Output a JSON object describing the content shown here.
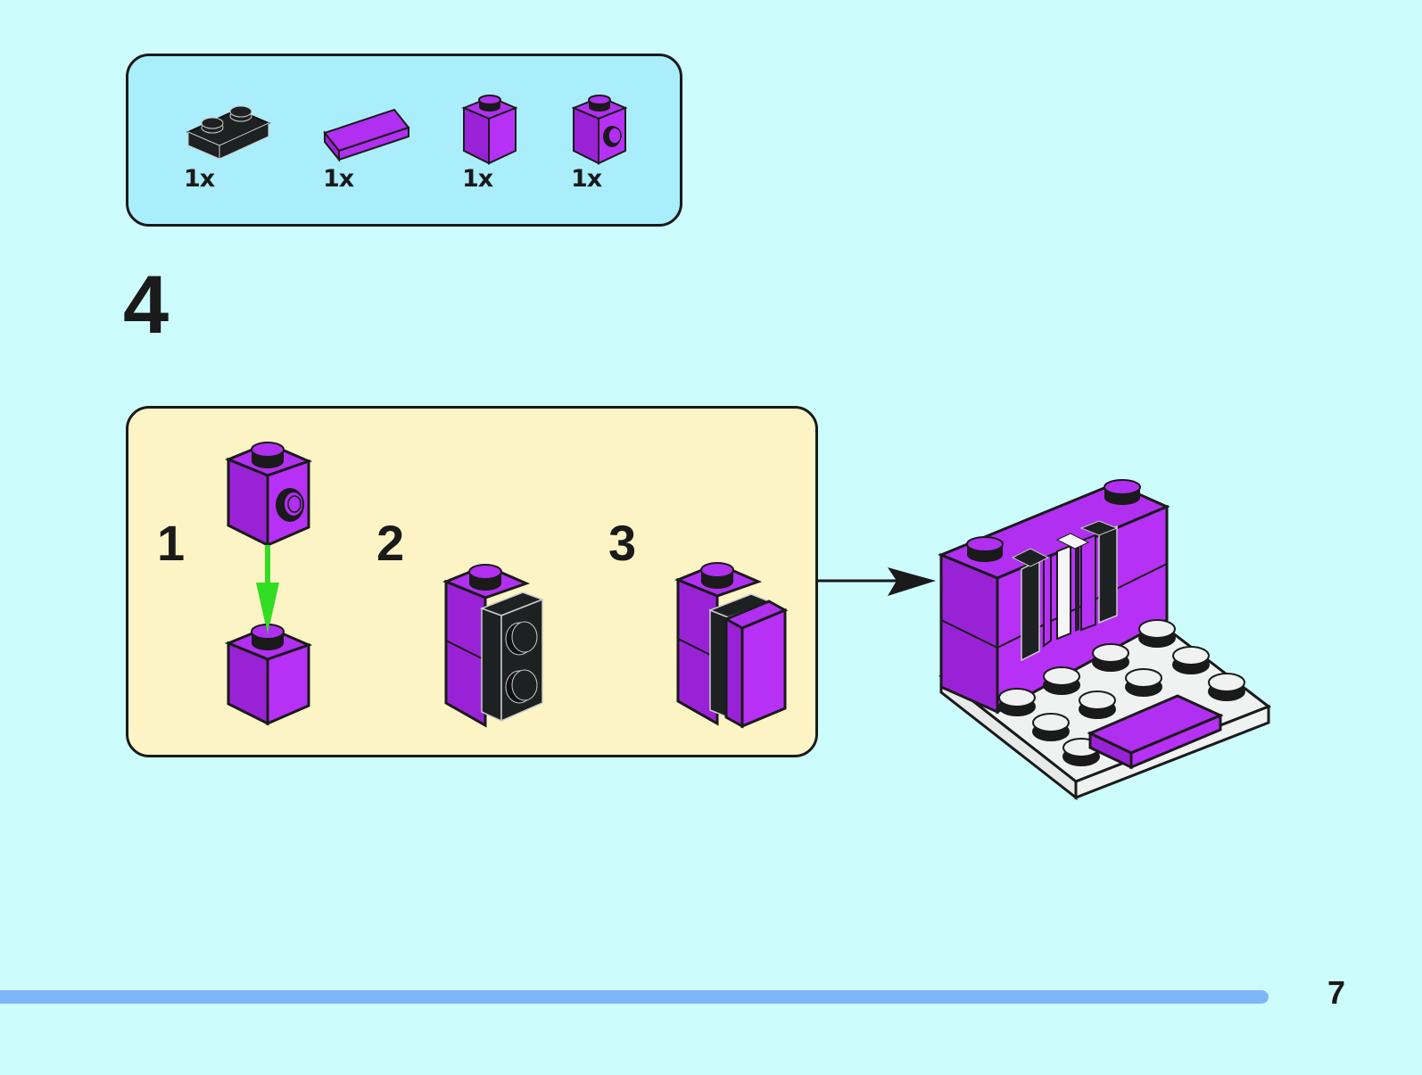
{
  "colors": {
    "background": "#ccfcfc",
    "parts_box": "#aaeefb",
    "substep_box": "#fdf4c6",
    "brick_purple": "#b02ff0",
    "brick_black": "#1e2122",
    "plate_white": "#f0f2f2",
    "arrow_green": "#33dd22",
    "progress_bar": "#7eb6f8"
  },
  "parts_list": [
    {
      "name": "black 1x2 plate",
      "quantity": "1x"
    },
    {
      "name": "purple 1x2 tile",
      "quantity": "1x"
    },
    {
      "name": "purple 1x1 brick",
      "quantity": "1x"
    },
    {
      "name": "purple 1x1 brick with side stud",
      "quantity": "1x"
    }
  ],
  "step": {
    "number": "4"
  },
  "substeps": [
    {
      "number": "1"
    },
    {
      "number": "2"
    },
    {
      "number": "3"
    }
  ],
  "footer": {
    "page_number": "7"
  }
}
